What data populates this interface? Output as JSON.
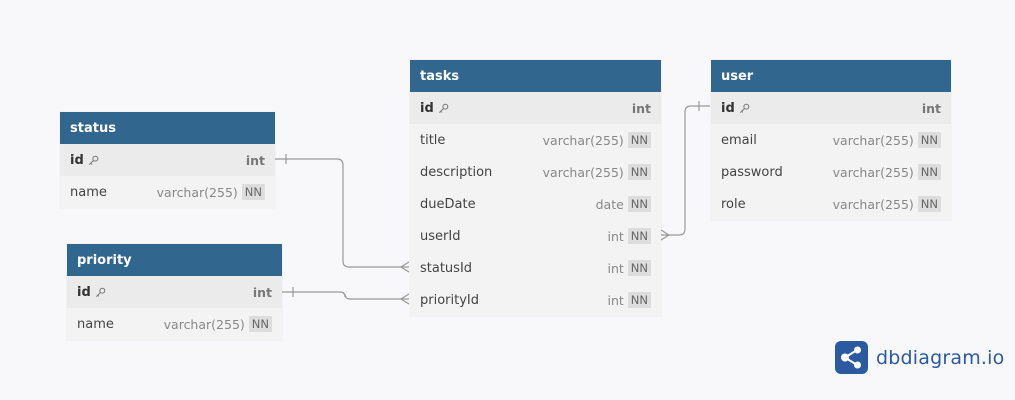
{
  "tables": {
    "tasks": {
      "name": "tasks",
      "fields": [
        {
          "name": "id",
          "type": "int",
          "nn": ""
        },
        {
          "name": "title",
          "type": "varchar(255)",
          "nn": "NN"
        },
        {
          "name": "description",
          "type": "varchar(255)",
          "nn": "NN"
        },
        {
          "name": "dueDate",
          "type": "date",
          "nn": "NN"
        },
        {
          "name": "userId",
          "type": "int",
          "nn": "NN"
        },
        {
          "name": "statusId",
          "type": "int",
          "nn": "NN"
        },
        {
          "name": "priorityId",
          "type": "int",
          "nn": "NN"
        }
      ]
    },
    "user": {
      "name": "user",
      "fields": [
        {
          "name": "id",
          "type": "int",
          "nn": ""
        },
        {
          "name": "email",
          "type": "varchar(255)",
          "nn": "NN"
        },
        {
          "name": "password",
          "type": "varchar(255)",
          "nn": "NN"
        },
        {
          "name": "role",
          "type": "varchar(255)",
          "nn": "NN"
        }
      ]
    },
    "status": {
      "name": "status",
      "fields": [
        {
          "name": "id",
          "type": "int",
          "nn": ""
        },
        {
          "name": "name",
          "type": "varchar(255)",
          "nn": "NN"
        }
      ]
    },
    "priority": {
      "name": "priority",
      "fields": [
        {
          "name": "id",
          "type": "int",
          "nn": ""
        },
        {
          "name": "name",
          "type": "varchar(255)",
          "nn": "NN"
        }
      ]
    }
  },
  "brand": {
    "name": "dbdiagram.io",
    "icon": "share-nodes-icon",
    "color": "#2c5aa0"
  },
  "colors": {
    "header": "#31668f",
    "body": "#f3f3f3",
    "pk_row": "#ebebeb",
    "line": "#999999"
  }
}
